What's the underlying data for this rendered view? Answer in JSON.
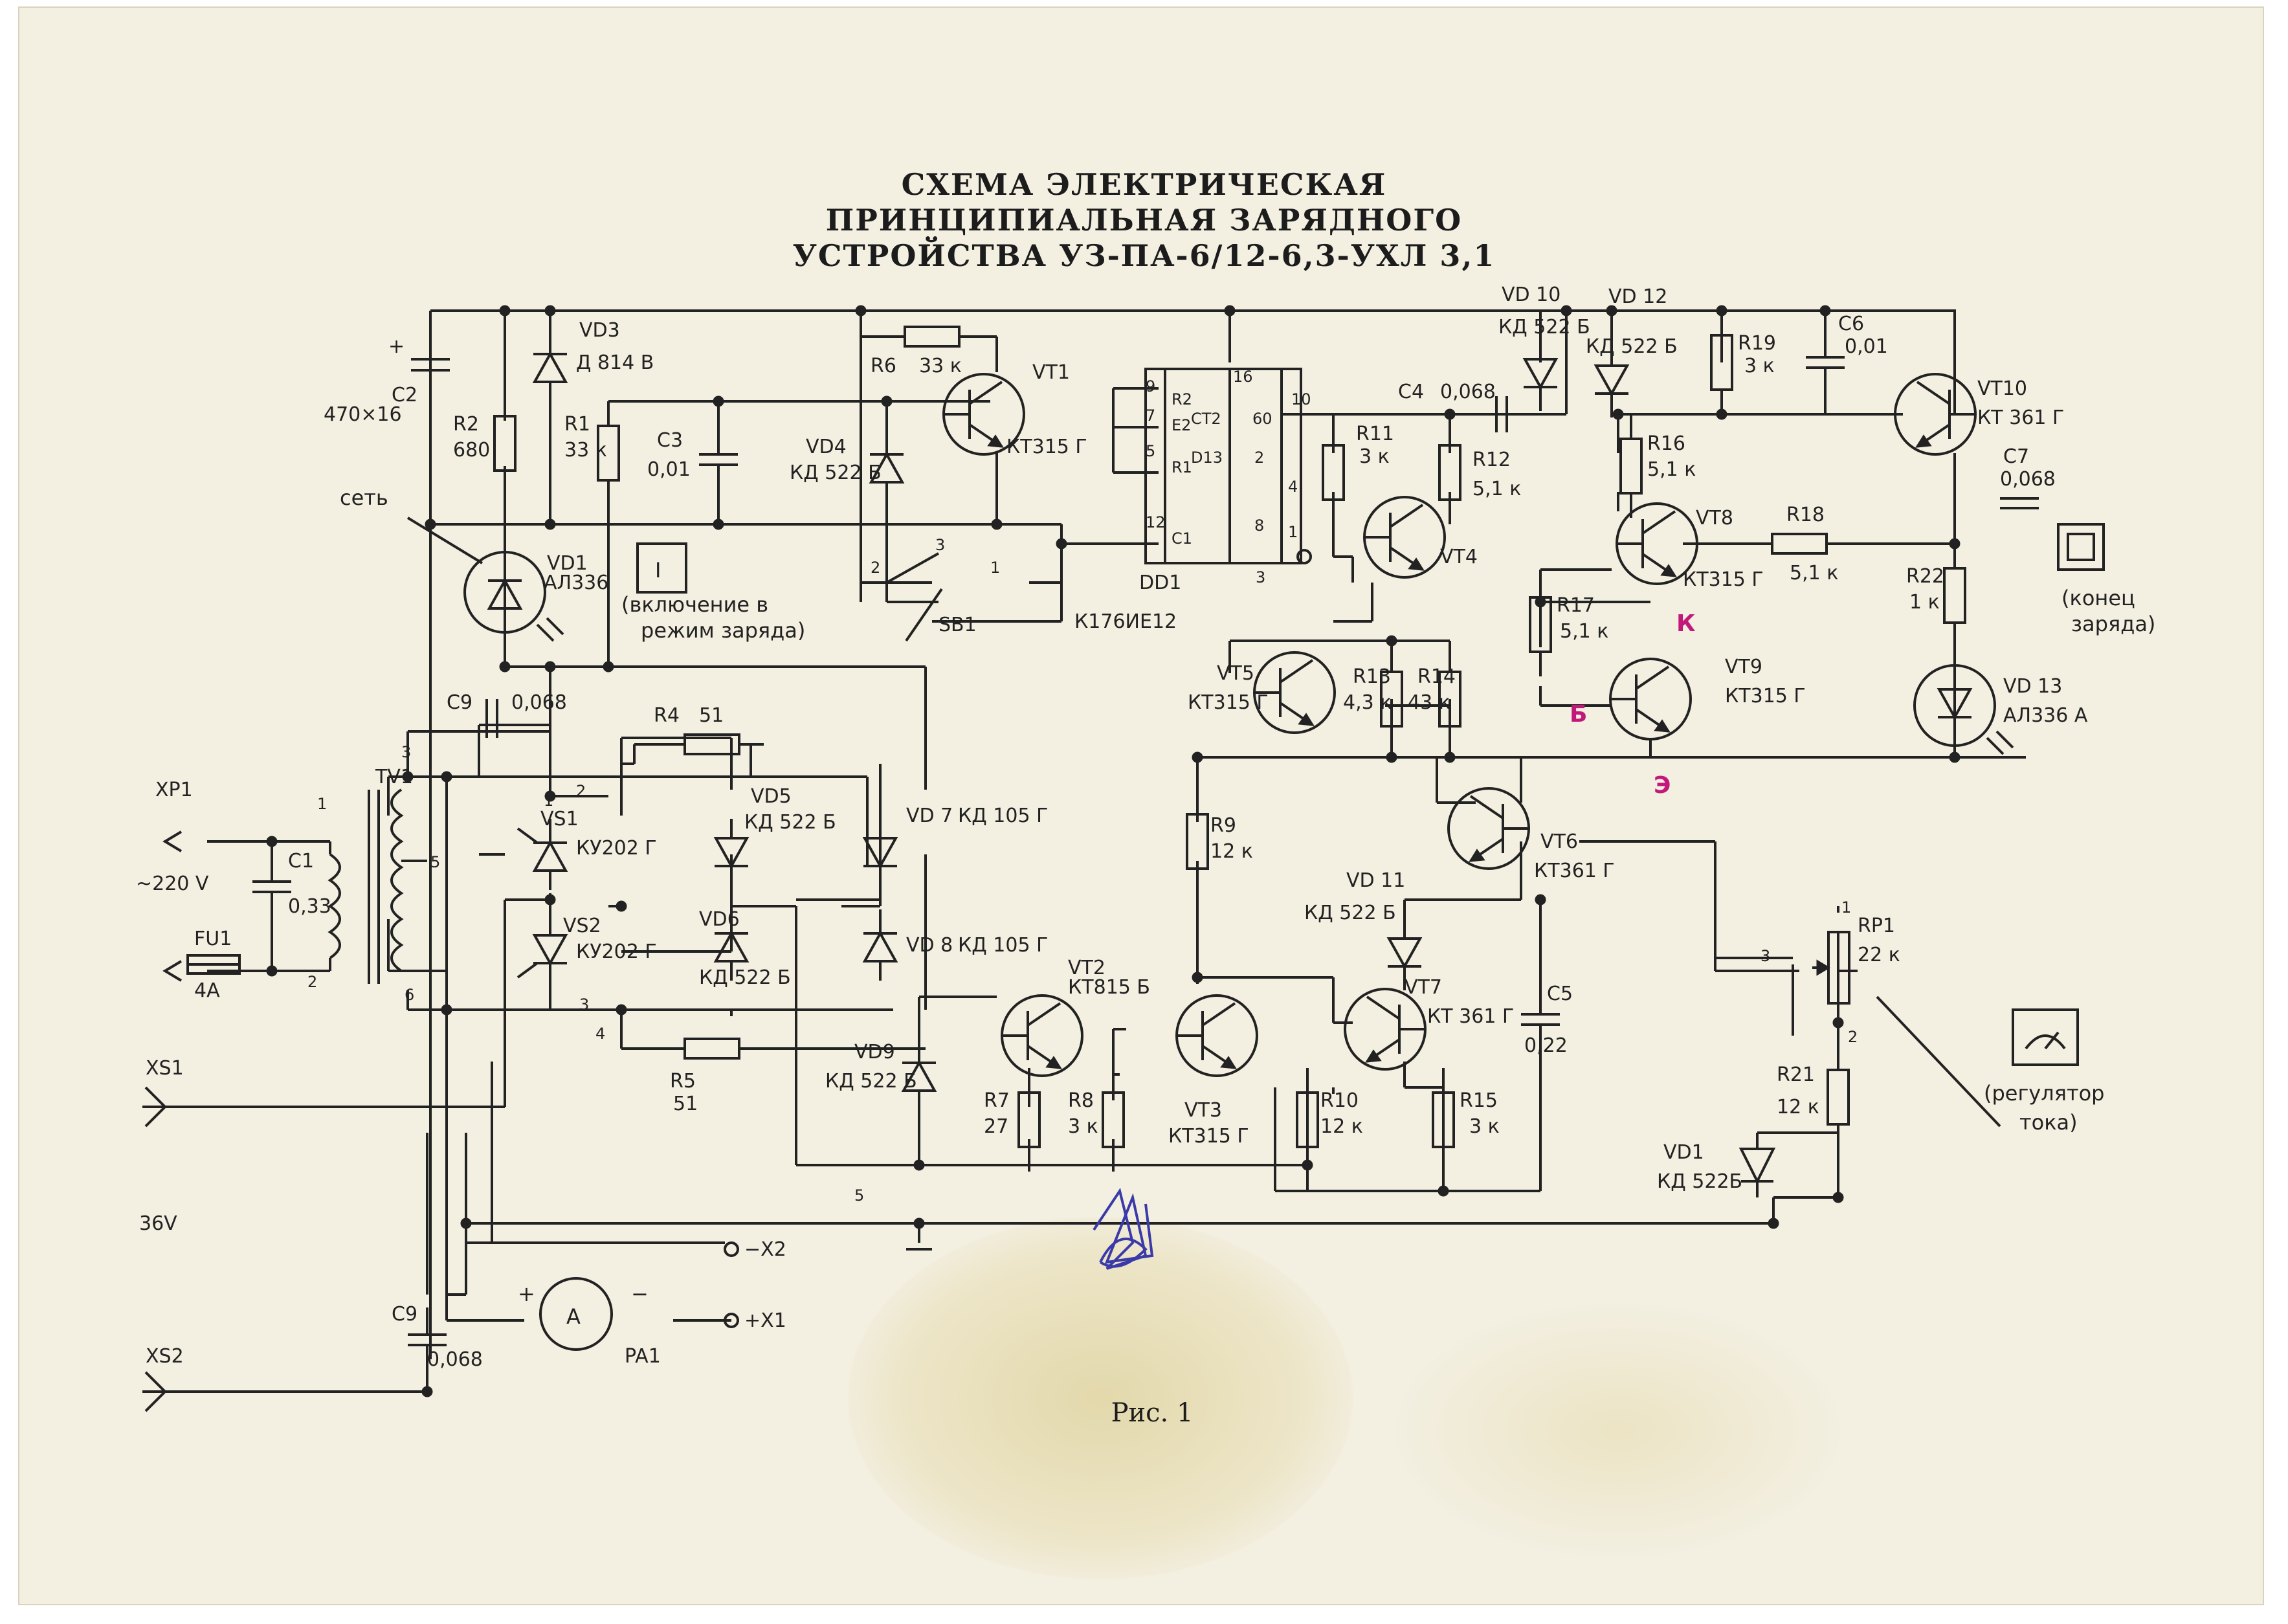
{
  "title": {
    "line1": "СХЕМА ЭЛЕКТРИЧЕСКАЯ",
    "line2": "ПРИНЦИПИАЛЬНАЯ ЗАРЯДНОГО",
    "line3": "УСТРОЙСТВА УЗ-ПА-6/12-6,3-УХЛ 3,1"
  },
  "caption": "Рис. 1",
  "connectors": {
    "xp1": "XP1",
    "mains_voltage": "~220 V",
    "fu1": "FU1",
    "fu1_value": "4A",
    "xs1": "XS1",
    "xs2": "XS2",
    "v36": "36V",
    "x1": "+X1",
    "x2": "−X2"
  },
  "components": {
    "c1": "C1",
    "c1_value": "0,33",
    "c2": "C2",
    "c2_value": "470×16",
    "c3": "C3",
    "c3_value": "0,01",
    "c4": "C4",
    "c4_value": "0,068",
    "c5": "C5",
    "c5_value": "0,22",
    "c6": "C6",
    "c6_value": "0,01",
    "c7": "C7",
    "c7_value": "0,068",
    "c9_top": "C9",
    "c9_top_value": "0,068",
    "c9_bot": "C9",
    "c9_bot_value": "0,068",
    "r1": "R1",
    "r1_value": "33 к",
    "r2": "R2",
    "r2_value": "680",
    "r4": "R4",
    "r4_value": "51",
    "r5": "R5",
    "r5_value": "51",
    "r6": "R6",
    "r6_value": "33 к",
    "r7": "R7",
    "r7_value": "27",
    "r8": "R8",
    "r8_value": "3 к",
    "r9": "R9",
    "r9_value": "12 к",
    "r10": "R10",
    "r10_value": "12 к",
    "r11": "R11",
    "r11_value": "3 к",
    "r12": "R12",
    "r12_value": "5,1 к",
    "r13": "R13",
    "r13_value": "4,3 к",
    "r14": "R14",
    "r14_value": "43 к",
    "r15": "R15",
    "r15_value": "3 к",
    "r16": "R16",
    "r16_value": "5,1 к",
    "r17": "R17",
    "r17_value": "5,1 к",
    "r18": "R18",
    "r18_value": "5,1 к",
    "r19": "R19",
    "r19_value": "3 к",
    "r21": "R21",
    "r21_value": "12 к",
    "r22": "R22",
    "r22_value": "1 к",
    "rp1": "RP1",
    "rp1_value": "22 к",
    "vd1": "VD1",
    "vd1_value": "КД 522Б",
    "vd1_led": "VD1",
    "vd1_led_value": "АЛ336",
    "vd3": "VD3",
    "vd3_value": "Д 814 В",
    "vd4": "VD4",
    "vd4_value": "КД 522 Б",
    "vd5": "VD5",
    "vd5_value": "КД 522 Б",
    "vd6": "VD6",
    "vd6_value": "КД 522 Б",
    "vd7": "VD 7",
    "vd7_value": "КД 105 Г",
    "vd8": "VD 8",
    "vd8_value": "КД 105 Г",
    "vd9": "VD9",
    "vd9_value": "КД 522 Б",
    "vd10": "VD 10",
    "vd10_value": "КД 522 Б",
    "vd11": "VD 11",
    "vd11_value": "КД 522 Б",
    "vd12": "VD 12",
    "vd12_value": "КД 522 Б",
    "vd13": "VD 13",
    "vd13_value": "АЛ336 А",
    "vs1": "VS1",
    "vs1_value": "КУ202 Г",
    "vs2": "VS2",
    "vs2_value": "КУ202 Г",
    "vt1": "VT1",
    "vt1_value": "КТ315 Г",
    "vt2": "VT2",
    "vt2_value": "КТ815 Б",
    "vt3": "VT3",
    "vt3_value": "КТ315 Г",
    "vt4": "VT4",
    "vt5": "VT5",
    "vt5_value": "КТ315 Г",
    "vt6": "VT6",
    "vt6_value": "КТ361 Г",
    "vt7": "VT7",
    "vt7_value": "КТ 361 Г",
    "vt8": "VT8",
    "vt8_value": "КТ315 Г",
    "vt9": "VT9",
    "vt9_value": "КТ315 Г",
    "vt10": "VT10",
    "vt10_value": "КТ 361 Г",
    "tv1": "TV1",
    "pa1": "PA1",
    "pa1_symbol": "A",
    "sb1": "SB1",
    "dd1": "DD1",
    "dd1_value": "К176ИЕ12",
    "dd1_ct": "CT2",
    "dd1_d": "D13",
    "dd1_60": "60"
  },
  "chip_pins": {
    "p9": "9",
    "r2": "R2",
    "p7": "7",
    "e2": "E2",
    "p5": "5",
    "r1": "R1",
    "p12": "12",
    "c1": "C1",
    "p16": "16",
    "p10": "10",
    "p2": "2",
    "p1": "1",
    "p4": "4",
    "p8": "8",
    "p3": "3"
  },
  "pins": {
    "tv1_1": "1",
    "tv1_2": "2",
    "tv1_3": "3",
    "tv1_4": "4",
    "tv1_5": "5",
    "tv1_6": "6",
    "node5": "5",
    "sb1_1": "1",
    "sb1_2": "2",
    "sb1_3": "3",
    "rp1_1": "1",
    "rp1_2": "2",
    "rp1_3": "3"
  },
  "annotations": {
    "mains": "сеть",
    "charge_mode_line1": "(включение в",
    "charge_mode_line2": "режим заряда)",
    "end_charge_line1": "(конец",
    "end_charge_line2": "заряда)",
    "current_reg_line1": "(регулятор",
    "current_reg_line2": "тока)",
    "symbol_charge": "I",
    "pen_k": "К",
    "pen_b": "Б",
    "pen_e": "Э"
  },
  "colors": {
    "paper": "#f3efe1",
    "ink": "#222222",
    "pen_annotation": "#c2187a",
    "scribble": "#3a3aa8"
  }
}
